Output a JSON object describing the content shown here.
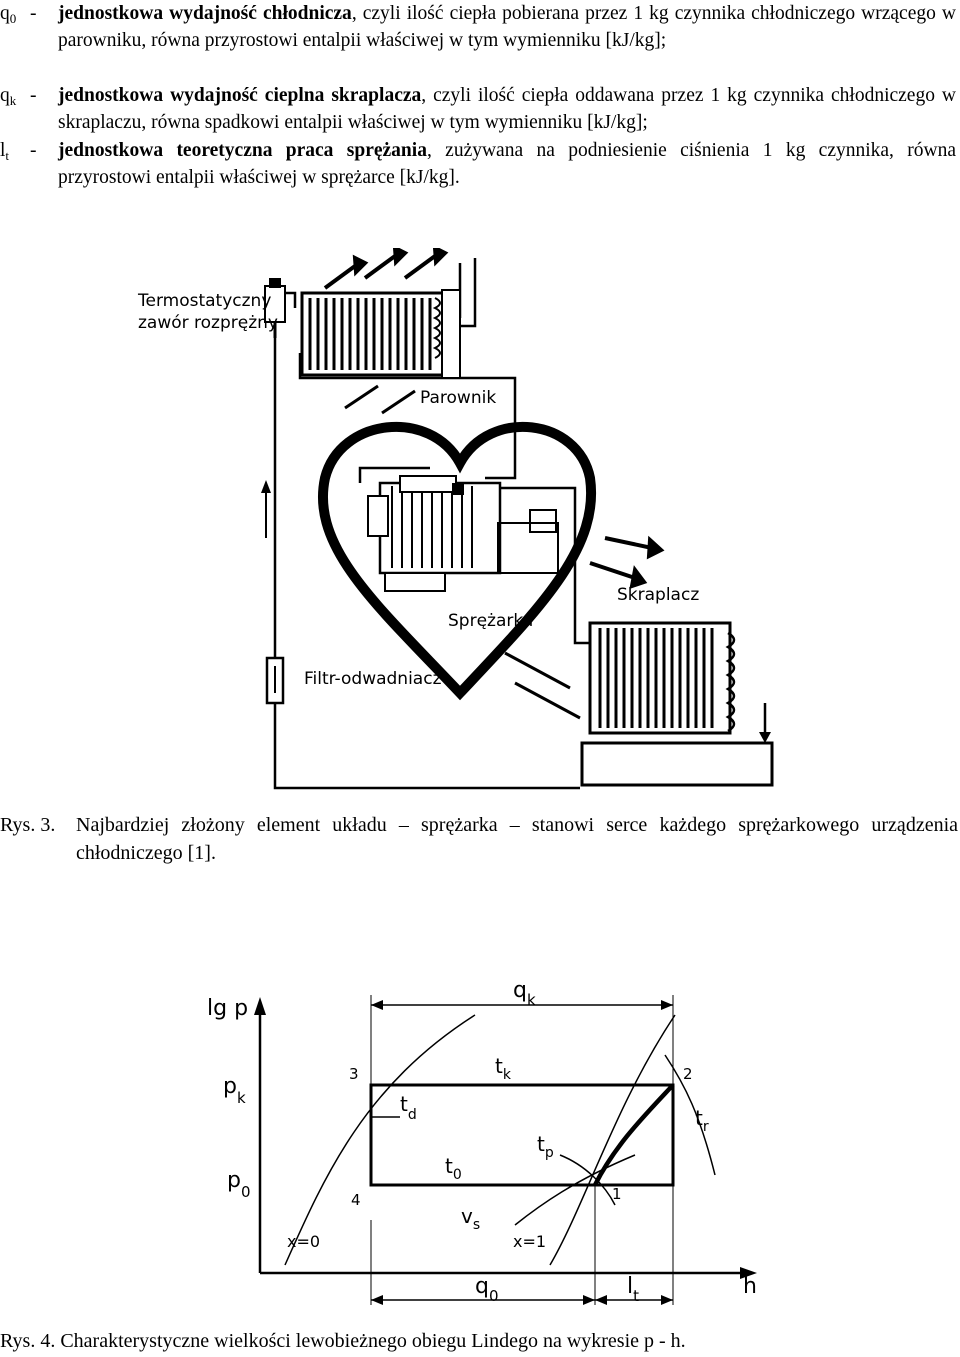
{
  "definitions": [
    {
      "symbol": "q",
      "subscript": "0",
      "dash": "-",
      "term": "jednostkowa wydajność chłodnicza",
      "description": ", czyli ilość ciepła pobierana przez 1 kg czynnika chłodniczego wrzącego w parowniku, równa przyrostowi entalpii właściwej w tym wymienniku [kJ/kg];"
    },
    {
      "symbol": "q",
      "subscript": "k",
      "dash": "-",
      "term": "jednostkowa wydajność cieplna skraplacza",
      "description": ", czyli ilość ciepła oddawana przez 1 kg czynnika chłodniczego w skraplaczu, równa spadkowi entalpii właściwej w tym wymienniku [kJ/kg];"
    },
    {
      "symbol": "l",
      "subscript": "t",
      "dash": "-",
      "term": "jednostkowa teoretyczna praca sprężania",
      "description": ", zużywana na podniesienie ciśnienia 1 kg czynnika, równa przyrostowi entalpii właściwej w sprężarce [kJ/kg]."
    }
  ],
  "figure3": {
    "labels": {
      "valve_line1": "Termostatyczny",
      "valve_line2": "zawór rozprężny",
      "evaporator": "Parownik",
      "condenser": "Skraplacz",
      "compressor": "Sprężarka",
      "filter": "Filtr-odwadniacz"
    },
    "caption_number": "Rys. 3.",
    "caption_text": "Najbardziej złożony element układu – sprężarka – stanowi serce każdego sprężarkowego urządzenia chłodniczego [1]."
  },
  "figure4": {
    "axis_y": "lg p",
    "axis_x": "h",
    "qk": "q",
    "qk_sub": "k",
    "q0": "q",
    "q0_sub": "0",
    "lt": "l",
    "lt_sub": "t",
    "pk": "p",
    "pk_sub": "k",
    "p0": "p",
    "p0_sub": "0",
    "tk": "t",
    "tk_sub": "k",
    "td": "t",
    "td_sub": "d",
    "t0": "t",
    "t0_sub": "0",
    "tp": "t",
    "tp_sub": "p",
    "tr": "t",
    "tr_sub": "r",
    "vs": "v",
    "vs_sub": "s",
    "x0": "x=0",
    "x1": "x=1",
    "pt1": "1",
    "pt2": "2",
    "pt3": "3",
    "pt4": "4",
    "caption_number": "Rys. 4.",
    "caption_text": "Charakterystyczne wielkości lewobieżnego obiegu Lindego na wykresie p - h."
  }
}
